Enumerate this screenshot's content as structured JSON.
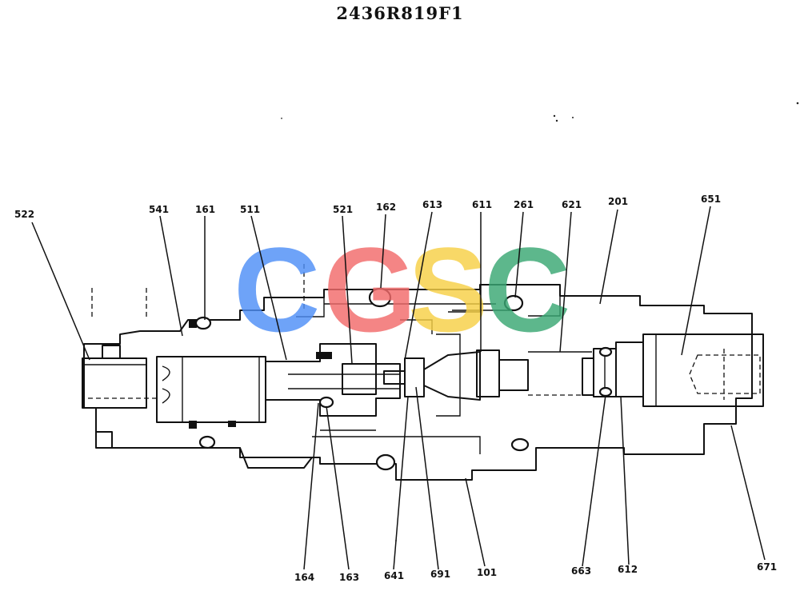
{
  "title": "2436R819F1",
  "watermark": {
    "letters": [
      {
        "char": "C",
        "color": "#4f8ff7"
      },
      {
        "char": "G",
        "color": "#f26b6b"
      },
      {
        "char": "S",
        "color": "#f7d046"
      },
      {
        "char": "C",
        "color": "#3aa874"
      }
    ]
  },
  "part_labels": [
    {
      "id": "p522",
      "text": "522"
    },
    {
      "id": "p541",
      "text": "541"
    },
    {
      "id": "p161",
      "text": "161"
    },
    {
      "id": "p511",
      "text": "511"
    },
    {
      "id": "p521",
      "text": "521"
    },
    {
      "id": "p162",
      "text": "162"
    },
    {
      "id": "p613",
      "text": "613"
    },
    {
      "id": "p611",
      "text": "611"
    },
    {
      "id": "p261",
      "text": "261"
    },
    {
      "id": "p621",
      "text": "621"
    },
    {
      "id": "p201",
      "text": "201"
    },
    {
      "id": "p651",
      "text": "651"
    },
    {
      "id": "p164",
      "text": "164"
    },
    {
      "id": "p163",
      "text": "163"
    },
    {
      "id": "p641",
      "text": "641"
    },
    {
      "id": "p691",
      "text": "691"
    },
    {
      "id": "p101",
      "text": "101"
    },
    {
      "id": "p663",
      "text": "663"
    },
    {
      "id": "p612",
      "text": "612"
    },
    {
      "id": "p671",
      "text": "671"
    }
  ]
}
